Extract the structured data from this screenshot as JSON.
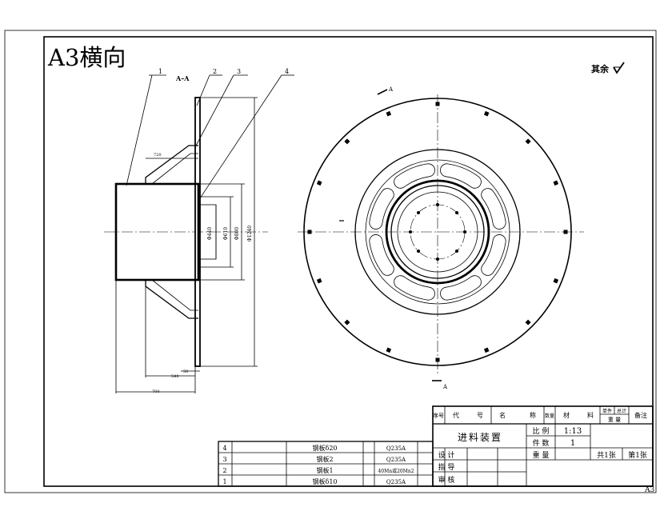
{
  "sheet": {
    "size_label": "A3横向",
    "corner_code": "A3",
    "roughness_note": "其余"
  },
  "front_view": {
    "section_label": "A–A",
    "balloons": [
      "1",
      "2",
      "3",
      "4"
    ],
    "dims": {
      "top": "720",
      "bottom_inner": "540",
      "bottom_outer": "700",
      "bottom_flange": "50",
      "v1": "Φ440",
      "v2": "Φ610",
      "v3": "Φ800",
      "v4": "Φ1240"
    }
  },
  "side_view": {
    "cut_mark_top": "A",
    "cut_mark_bottom": "A"
  },
  "title_block": {
    "headers": [
      "序号",
      "代",
      "号",
      "名",
      "称",
      "数量",
      "材",
      "料",
      "单件",
      "总计",
      "重 量",
      "备注"
    ],
    "drawing_name": "进料装置",
    "scale_label": "比 例",
    "scale_value": "1:13",
    "qty_label": "件 数",
    "qty_value": "1",
    "weight_label": "重 量",
    "sheets_total": "共1张",
    "sheet_no": "第1张",
    "design_label": "设 计",
    "guide_label": "指 导",
    "review_label": "审 核"
  },
  "parts_list": [
    {
      "no": "4",
      "name": "钢板δ20",
      "material": "Q235A"
    },
    {
      "no": "3",
      "name": "钢板2",
      "material": "Q235A"
    },
    {
      "no": "2",
      "name": "钢板1",
      "material": "40Mn或20Mn2"
    },
    {
      "no": "1",
      "name": "钢板δ10",
      "material": "Q235A"
    }
  ]
}
